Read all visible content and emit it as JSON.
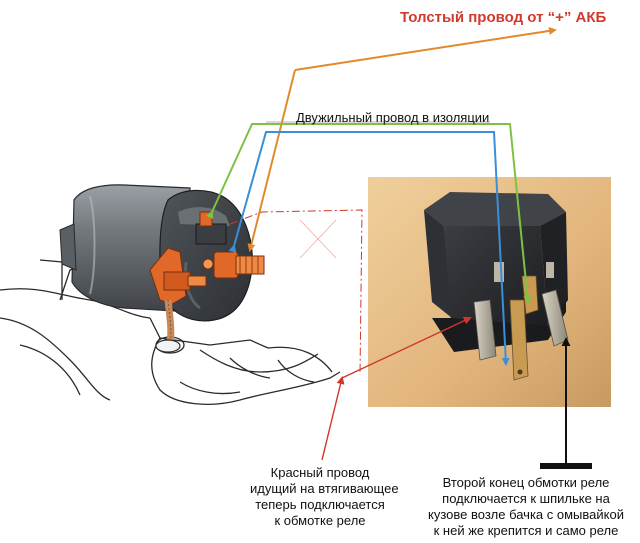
{
  "labels": {
    "thick_wire": "Толстый провод от “+” АКБ",
    "twin_cable": "Двужильный провод в изоляции",
    "red_wire_note": [
      "Красный провод",
      "идущий на втягивающее",
      "теперь подключается",
      "к обмотке реле"
    ],
    "second_end_note": [
      "Второй конец обмотки реле",
      "подключается к шпильке на",
      "кузове возле бачка с омывайкой",
      "к ней же крепится и само реле"
    ]
  },
  "colors": {
    "thick_wire": "#e08a2c",
    "green_wire": "#7fc243",
    "blue_wire": "#3a8fd8",
    "red_wire": "#d2362a",
    "title_text": "#d23a2e",
    "solenoid_body": "#6e7378",
    "terminal_copper": "#e0692a",
    "relay_body": "#2a2c30",
    "relay_background": "#e0b884"
  }
}
